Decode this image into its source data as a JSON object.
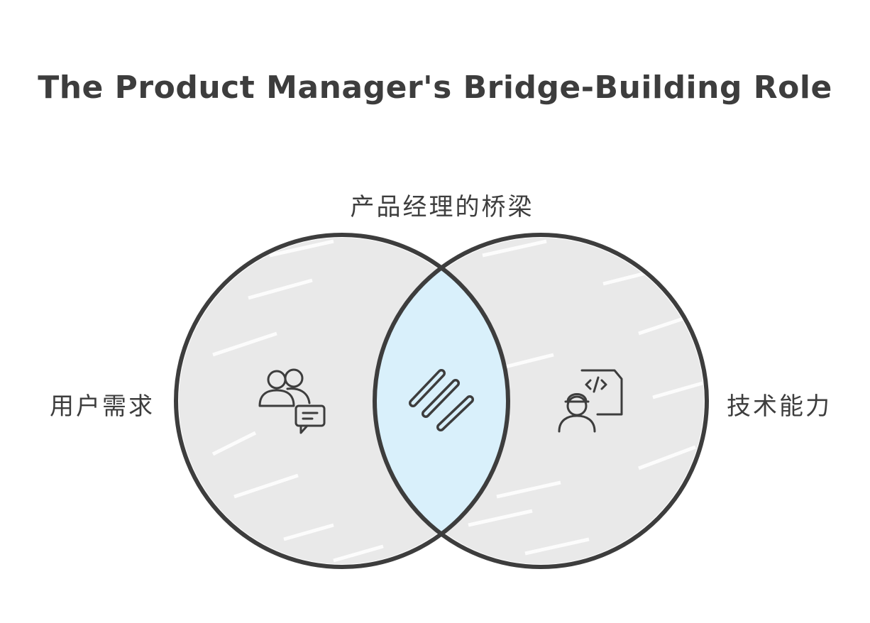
{
  "diagram": {
    "title": "The Product Manager's Bridge-Building Role",
    "overlap_label": "产品经理的桥梁",
    "left_label": "用户需求",
    "right_label": "技术能力",
    "icons": {
      "left": "users-chat-icon",
      "center": "bridge-planks-icon",
      "right": "engineer-code-icon"
    },
    "colors": {
      "outline": "#3d3d3d",
      "circle_fill": "#e9e9e9",
      "overlap_fill": "#d9f0fb",
      "text": "#3d3d3d"
    }
  }
}
